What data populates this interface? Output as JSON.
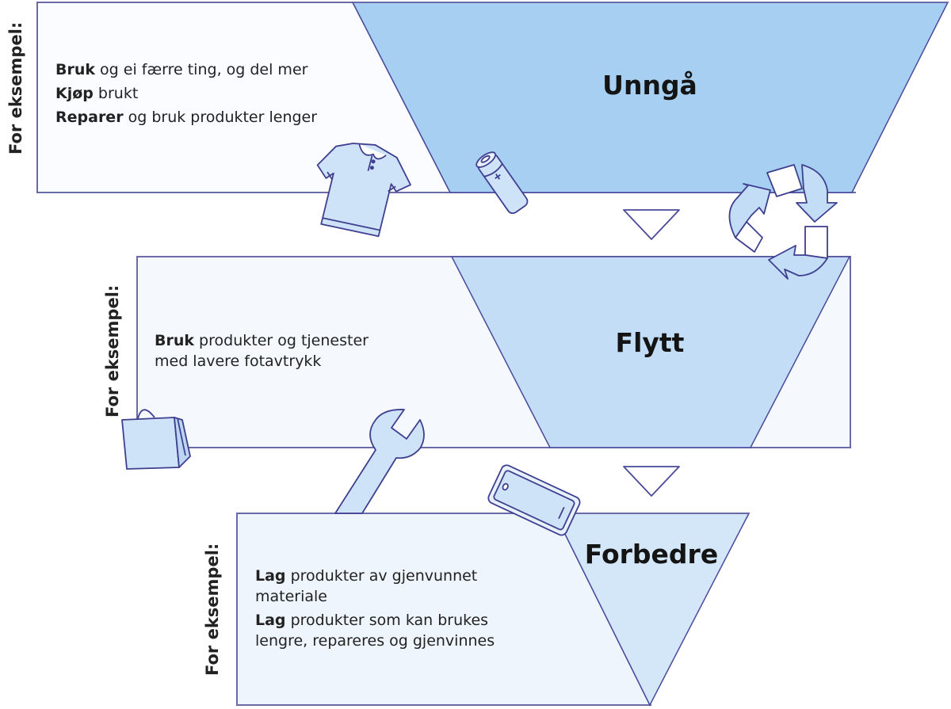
{
  "colors": {
    "outline": "#4a4a9a",
    "box_fill_1": "#fbfcff",
    "box_fill_2": "#f5f9fe",
    "box_fill_3": "#eef5fd",
    "stage_1_fill": "#a6cff2",
    "stage_2_fill": "#c2ddf5",
    "stage_3_fill": "#d4e7f8",
    "icon_fill": "#cfe3f8",
    "text": "#1a1a1a"
  },
  "levels": [
    {
      "stage_title": "Unngå",
      "side_label": "For eksempel:",
      "examples": [
        {
          "bold": "Bruk",
          "rest": " og ei færre ting, og del mer"
        },
        {
          "bold": "Kjøp",
          "rest": " brukt"
        },
        {
          "bold": "Reparer",
          "rest": " og bruk produkter lenger"
        }
      ]
    },
    {
      "stage_title": "Flytt",
      "side_label": "For eksempel:",
      "examples": [
        {
          "bold": "Bruk",
          "rest": " produkter og tjenester",
          "rest2": "med lavere fotavtrykk"
        }
      ]
    },
    {
      "stage_title": "Forbedre",
      "side_label": "For eksempel:",
      "examples": [
        {
          "bold": "Lag",
          "rest": " produkter av gjenvunnet",
          "rest2": "materiale"
        },
        {
          "bold": "Lag",
          "rest": " produkter som kan brukes",
          "rest2": "lengre, repareres og gjenvinnes"
        }
      ]
    }
  ],
  "icons": [
    "shirt-icon",
    "battery-icon",
    "recycle-icon",
    "shopping-bag-icon",
    "wrench-icon",
    "smartphone-icon",
    "down-arrow-icon"
  ]
}
